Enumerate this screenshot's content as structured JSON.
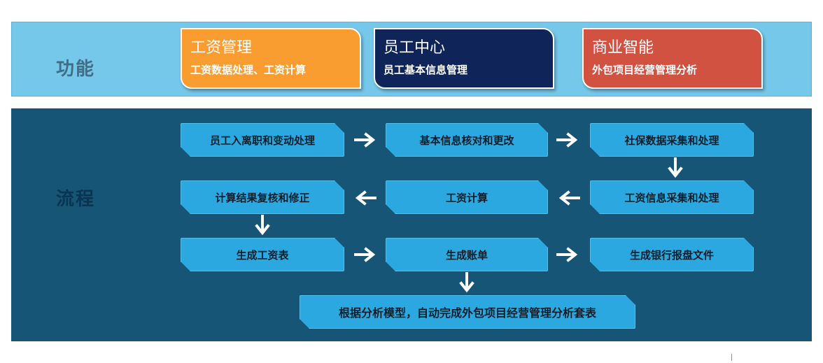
{
  "sections": {
    "function_label": "功能",
    "process_label": "流程"
  },
  "function_cards": [
    {
      "title": "工资管理",
      "subtitle": "工资数据处理、工资计算",
      "color": "#f99d31"
    },
    {
      "title": "员工中心",
      "subtitle": "员工基本信息管理",
      "color": "#0f2458"
    },
    {
      "title": "商业智能",
      "subtitle": "外包项目经营管理分析",
      "color": "#d15241"
    }
  ],
  "steps": [
    {
      "label": "员工入离职和变动处理"
    },
    {
      "label": "基本信息核对和更改"
    },
    {
      "label": "社保数据采集和处理"
    },
    {
      "label": "计算结果复核和修正"
    },
    {
      "label": "工资计算"
    },
    {
      "label": "工资信息采集和处理"
    },
    {
      "label": "生成工资表"
    },
    {
      "label": "生成账单"
    },
    {
      "label": "生成银行报盘文件"
    },
    {
      "label": "根据分析模型，自动完成外包项目经营管理分析套表"
    }
  ],
  "colors": {
    "function_band": "#76c8ea",
    "process_band": "#175576",
    "step_fill": "#2aa8df",
    "arrow": "#ffffff"
  },
  "icons": {
    "arrow_right": "arrow-right-icon",
    "arrow_left": "arrow-left-icon",
    "arrow_down": "arrow-down-icon"
  }
}
